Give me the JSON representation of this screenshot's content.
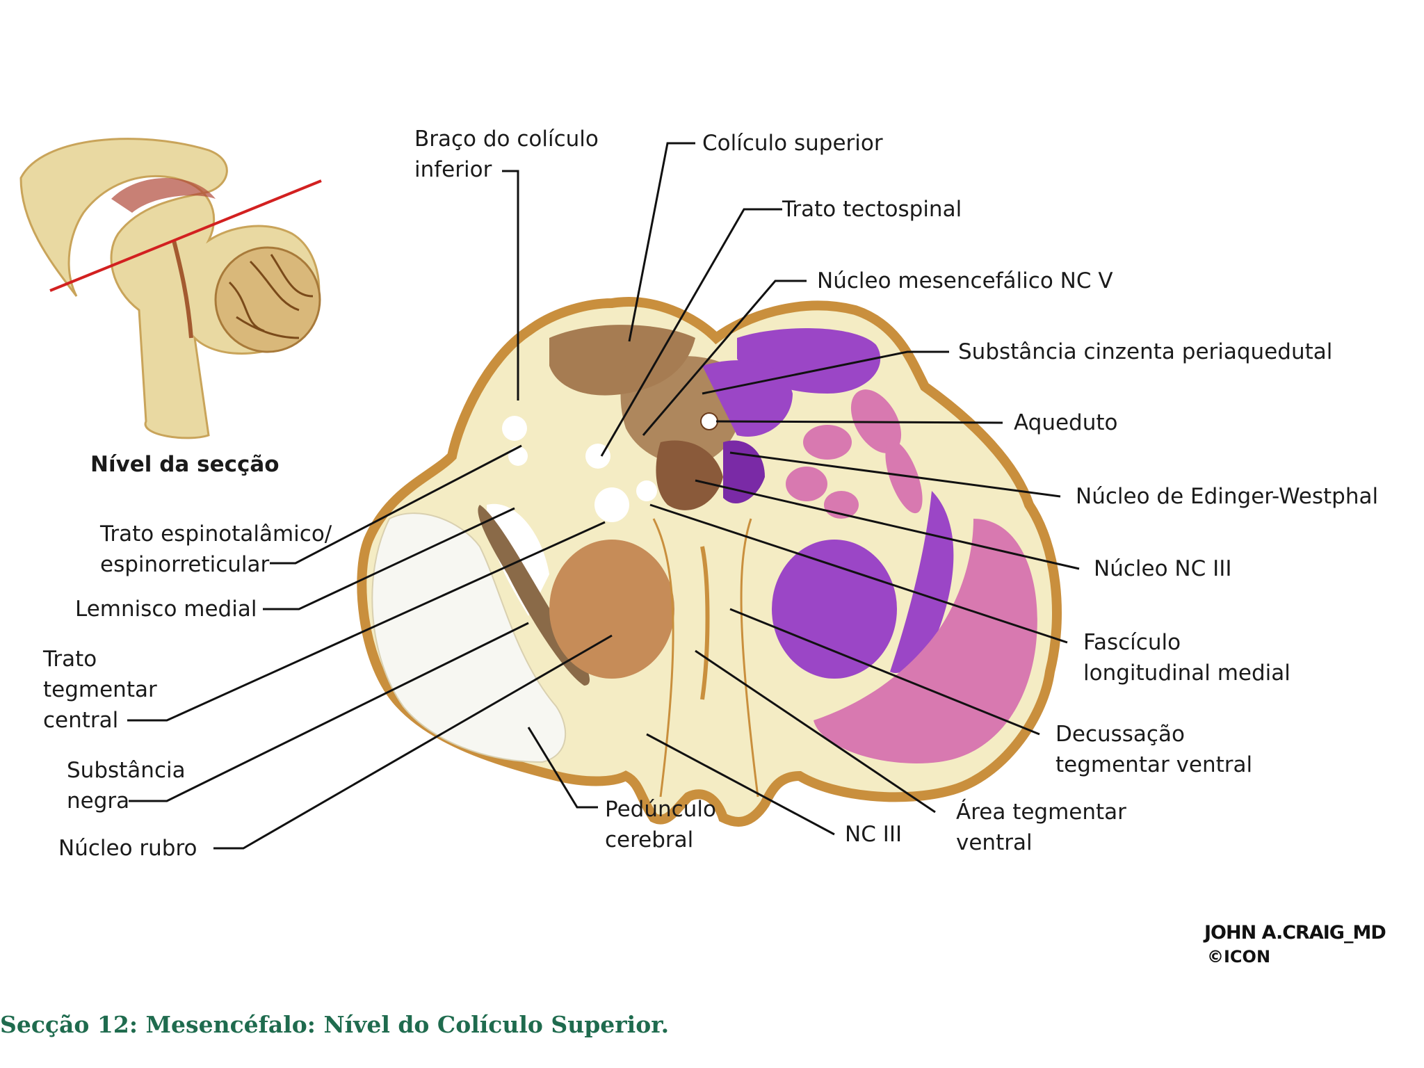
{
  "colors": {
    "background": "#ffffff",
    "tissue": "#f4ecc4",
    "outline": "#c98f3d",
    "tan_nucleus": "#a67c52",
    "purple": "#9b46c6",
    "pink": "#d879b0",
    "caption": "#1f6b4e",
    "section_line": "#d22020"
  },
  "thumbnail": {
    "label": "Nível da secção"
  },
  "labels": {
    "braco_coliculo": "Braço do colículo\ninferior",
    "coliculo_superior": "Colículo superior",
    "trato_tectospinal": "Trato tectospinal",
    "nucleo_mesencefalico": "Núcleo mesencefálico NC V",
    "substancia_cinzenta": "Substância cinzenta periaquedutal",
    "aqueduto": "Aqueduto",
    "edinger_westphal": "Núcleo de Edinger-Westphal",
    "nucleo_nc3": "Núcleo NC III",
    "fasciculo": "Fascículo\nlongitudinal medial",
    "decussacao": "Decussação\ntegmentar ventral",
    "area_tegmentar": "Área tegmentar\nventral",
    "nc3": "NC III",
    "peduncular": "Pedúnculo\ncerebral",
    "nucleo_rubro": "Núcleo rubro",
    "substancia_negra": "Substância\nnegra",
    "trato_tegmentar": "Trato\ntegmentar\ncentral",
    "lemnisco": "Lemnisco medial",
    "espinotalamico": "Trato espinotalâmico/\nespinorreticular"
  },
  "signature": {
    "name": "JOHN A.CRAIG_MD",
    "publisher": "©ICON"
  },
  "caption": "Secção 12:  Mesencéfalo: Nível do Colículo Superior."
}
